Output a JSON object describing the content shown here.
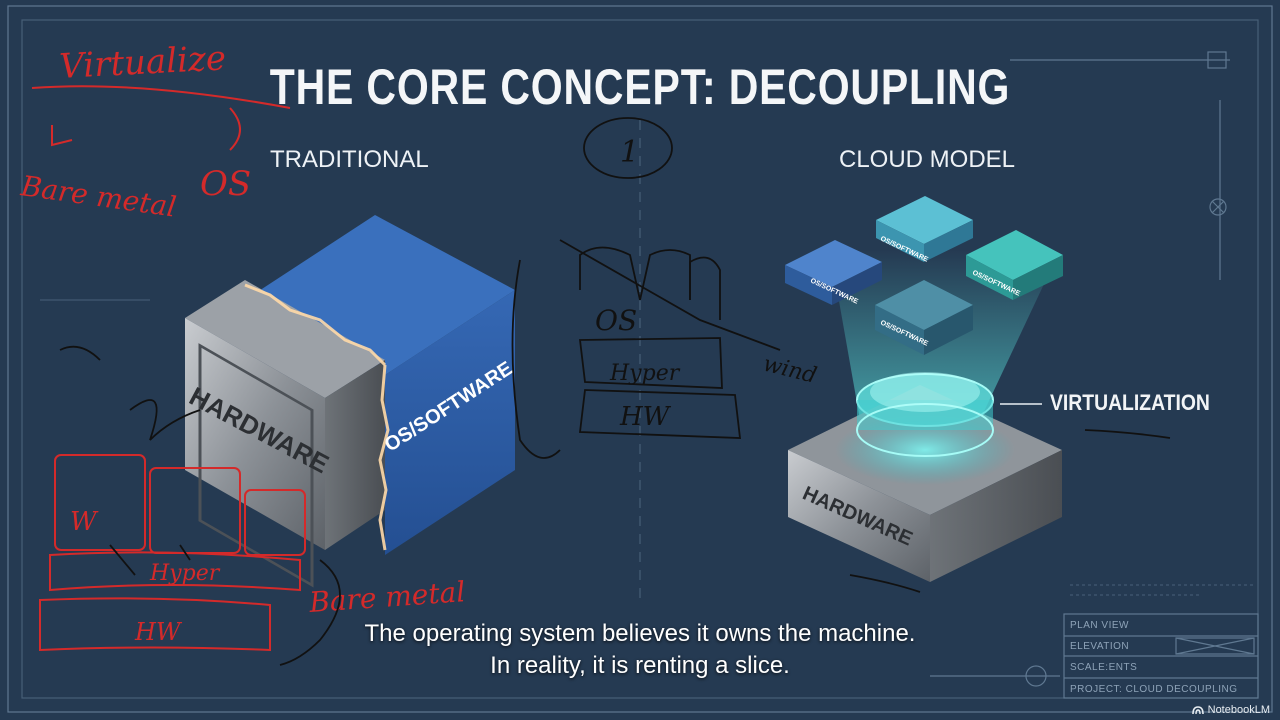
{
  "slide": {
    "title": "THE CORE CONCEPT: DECOUPLING",
    "left_label": "TRADITIONAL",
    "right_label": "CLOUD MODEL",
    "virtualization_label": "VIRTUALIZATION",
    "left_block": {
      "hardware_text": "HARDWARE",
      "software_text": "OS/SOFTWARE"
    },
    "right_block": {
      "base_text": "HARDWARE",
      "tiles": [
        "OS/SOFTWARE",
        "OS/SOFTWARE",
        "OS/SOFTWARE",
        "OS/SOFTWARE"
      ]
    }
  },
  "annotations": {
    "virtualize": "Virtualize",
    "os": "OS",
    "bare_metal": "Bare metal",
    "number": "1",
    "os2": "OS",
    "hyper": "Hyper",
    "hw": "HW",
    "wind": "wind",
    "hyper2": "Hyper",
    "hw2": "HW",
    "bare_metal2": "Bare metal"
  },
  "caption": {
    "line1": "The operating system believes it owns the machine.",
    "line2": "In reality, it is renting a slice."
  },
  "title_block": {
    "rows": [
      "PLAN VIEW",
      "ELEVATION",
      "SCALE:ENTS",
      "PROJECT: CLOUD DECOUPLING"
    ]
  },
  "branding": {
    "name": "NotebookLM"
  },
  "colors": {
    "background": "#253a52",
    "blueprint_line": "#5f7891",
    "software_blue": "#2d5fa8",
    "teal_glow": "#3fd6d8",
    "annotation_red": "#d42a2a",
    "annotation_black": "#111111"
  }
}
